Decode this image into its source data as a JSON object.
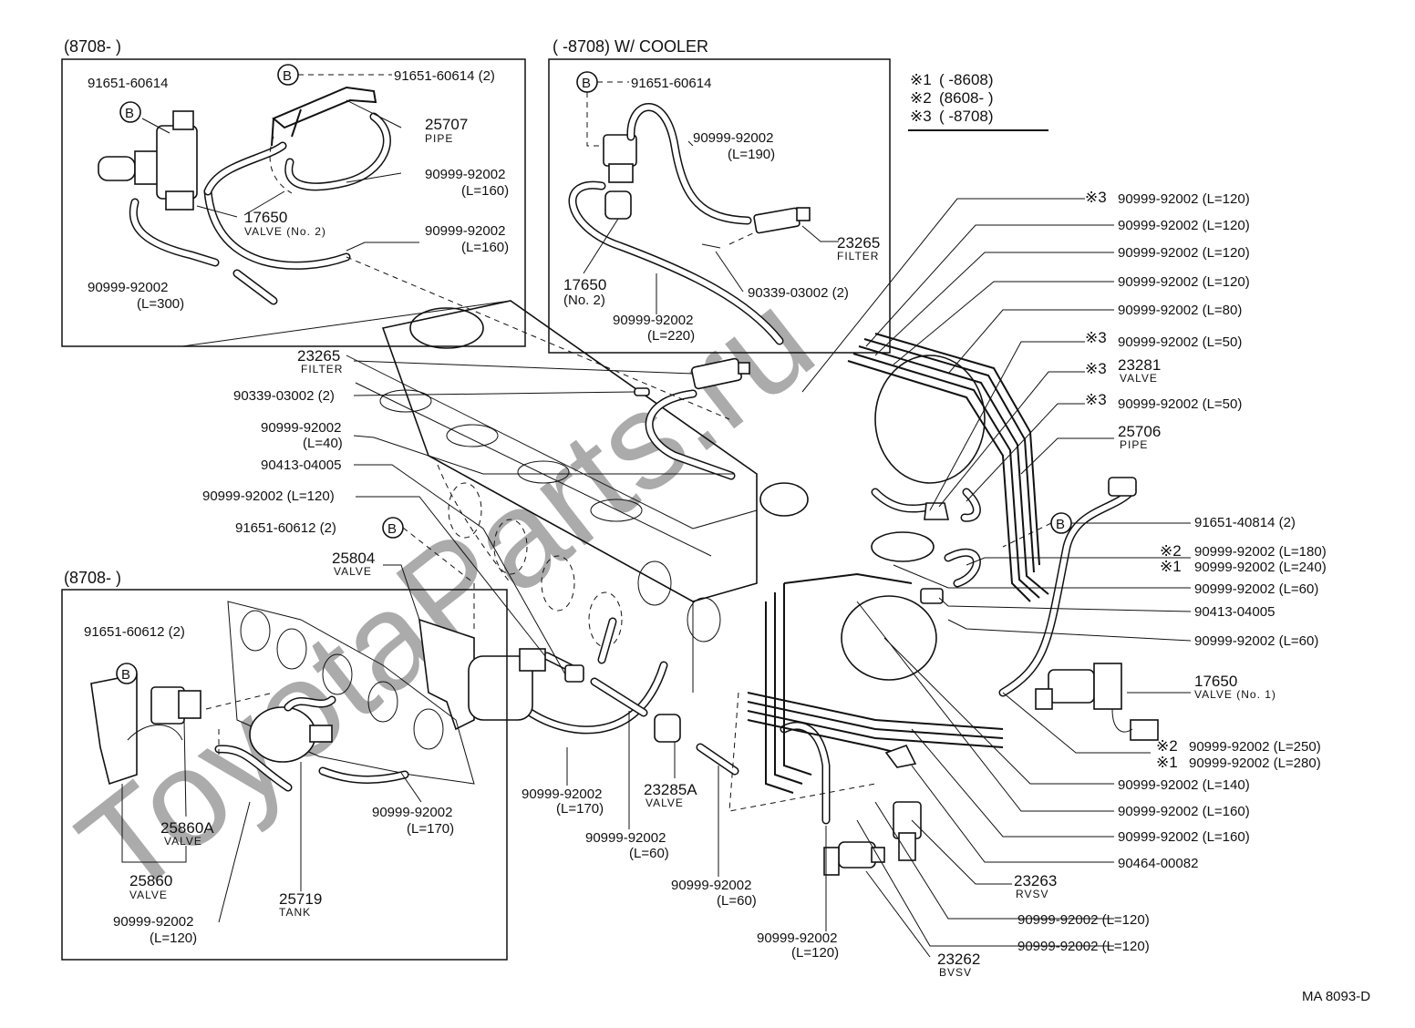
{
  "watermark": "ToyotaParts.ru",
  "footer_code": "MA  8093-D",
  "legend": [
    {
      "mark": "※1",
      "text": "(        -8608)"
    },
    {
      "mark": "※2",
      "text": "(8608-        )"
    },
    {
      "mark": "※3",
      "text": "(        -8708)"
    }
  ],
  "inset_a": {
    "header": "(8708-        )",
    "labels": [
      {
        "part": "91651-60614"
      },
      {
        "part": "91651-60614 (2)"
      },
      {
        "part": "25707",
        "sub": "PIPE"
      },
      {
        "part": "90999-92002",
        "sub": "(L=160)"
      },
      {
        "part": "17650",
        "sub": "VALVE (No. 2)"
      },
      {
        "part": "90999-92002",
        "sub": "(L=160)"
      },
      {
        "part": "90999-92002",
        "sub": "(L=300)"
      }
    ]
  },
  "inset_b": {
    "header": "(        -8708) W/ COOLER",
    "labels": [
      {
        "part": "91651-60614"
      },
      {
        "part": "90999-92002",
        "sub": "(L=190)"
      },
      {
        "part": "23265",
        "sub": "FILTER"
      },
      {
        "part": "90339-03002 (2)"
      },
      {
        "part": "17650",
        "sub": "(No. 2)"
      },
      {
        "part": "90999-92002",
        "sub": "(L=220)"
      }
    ]
  },
  "inset_c": {
    "header": "(8708-        )",
    "labels": [
      {
        "part": "91651-60612 (2)"
      },
      {
        "part": "25860A",
        "sub": "VALVE"
      },
      {
        "part": "25860",
        "sub": "VALVE"
      },
      {
        "part": "25719",
        "sub": "TANK"
      },
      {
        "part": "90999-92002",
        "sub": "(L=170)"
      },
      {
        "part": "90999-92002",
        "sub": "(L=120)"
      }
    ]
  },
  "left_labels": [
    {
      "part": "23265",
      "sub": "FILTER"
    },
    {
      "part": "90339-03002 (2)"
    },
    {
      "part": "90999-92002",
      "sub": "(L=40)"
    },
    {
      "part": "90413-04005"
    },
    {
      "part": "90999-92002 (L=120)"
    },
    {
      "part": "91651-60612 (2)"
    },
    {
      "part": "25804",
      "sub": "VALVE"
    }
  ],
  "bottom_labels": [
    {
      "part": "90999-92002",
      "sub": "(L=170)"
    },
    {
      "part": "23285A",
      "sub": "VALVE"
    },
    {
      "part": "90999-92002",
      "sub": "(L=60)"
    },
    {
      "part": "90999-92002",
      "sub": "(L=60)"
    },
    {
      "part": "90999-92002",
      "sub": "(L=120)"
    },
    {
      "part": "23262",
      "sub": "BVSV"
    }
  ],
  "right_labels": [
    "90999-92002 (L=120)",
    "90999-92002 (L=120)",
    "90999-92002 (L=120)",
    "90999-92002 (L=120)",
    "90999-92002 (L=80)",
    "90999-92002 (L=50)",
    "23281",
    "VALVE",
    "90999-92002 (L=50)",
    "25706",
    "PIPE",
    "91651-40814 (2)",
    "90999-92002 (L=180)",
    "90999-92002 (L=240)",
    "90999-92002 (L=60)",
    "90413-04005",
    "90999-92002 (L=60)",
    "17650",
    "VALVE (No. 1)",
    "90999-92002 (L=250)",
    "90999-92002 (L=280)",
    "90999-92002 (L=140)",
    "90999-92002 (L=160)",
    "90999-92002 (L=160)",
    "90464-00082",
    "23263",
    "RVSV",
    "90999-92002 (L=120)",
    "90999-92002 (L=120)"
  ],
  "right_marks": [
    "※3",
    "※3",
    "※3",
    "※3",
    "※2",
    "※1",
    "※2",
    "※1"
  ],
  "clip_mark": "B"
}
